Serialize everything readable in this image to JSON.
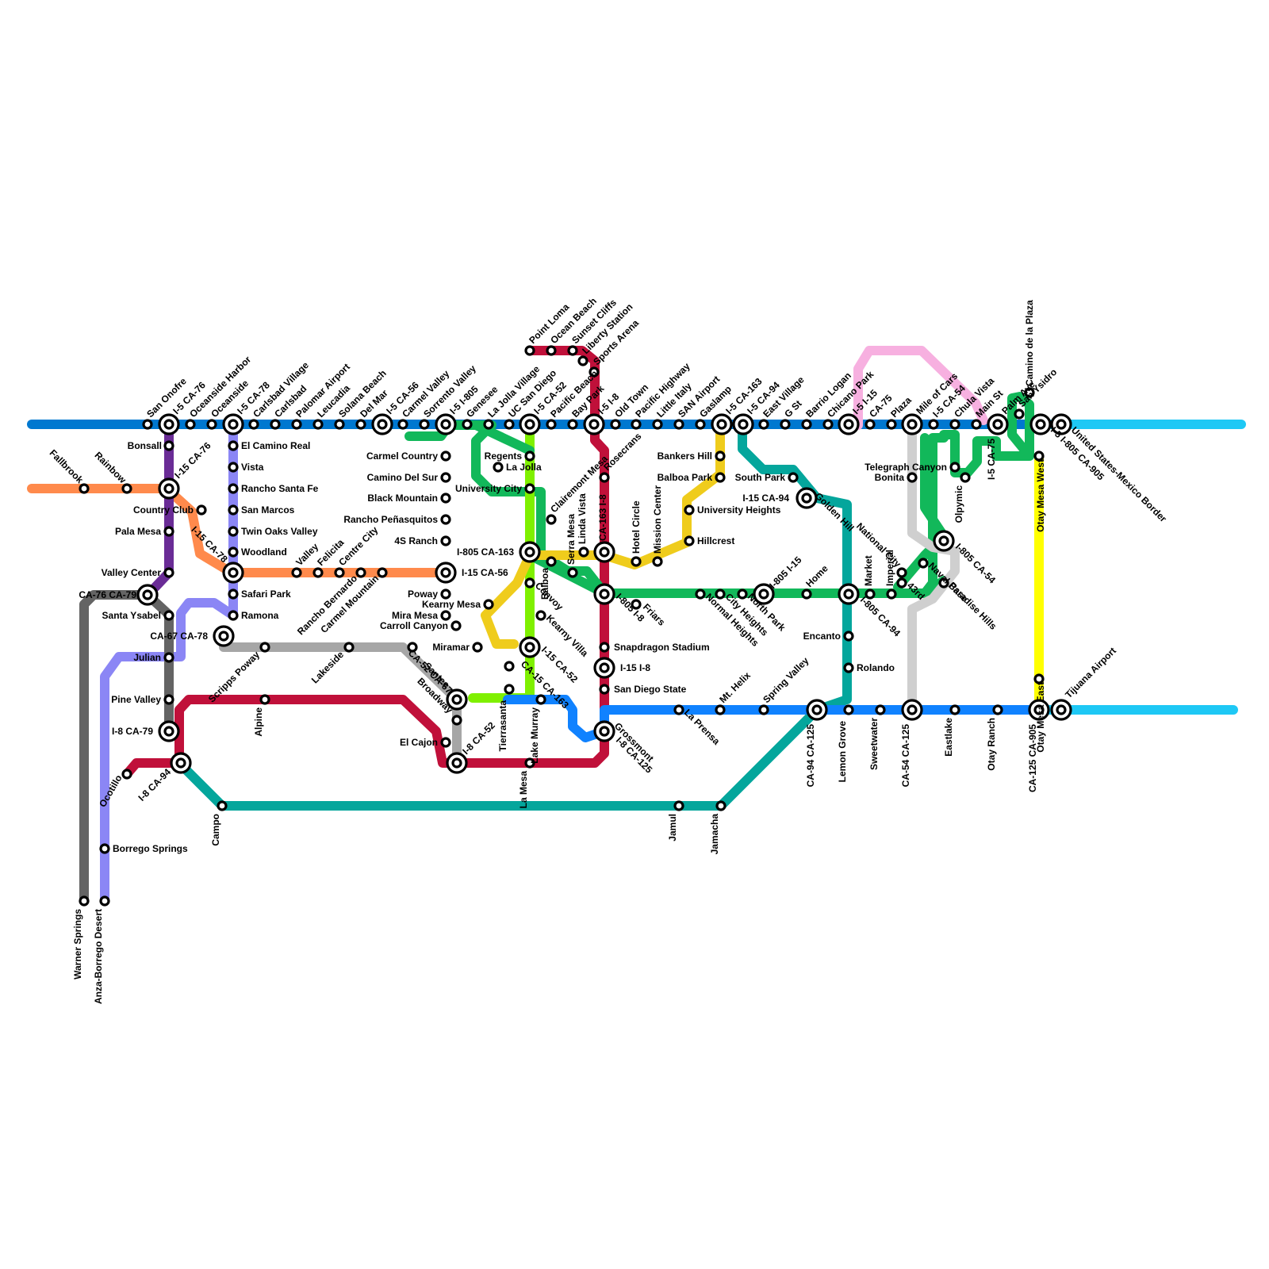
{
  "colors": {
    "i5": "#0078d0",
    "i5_south": "#1ec8f5",
    "ca76": "#ff8a4c",
    "i15": "#6a2c96",
    "ca78": "#8b86f5",
    "ca79": "#646464",
    "i8": "#c0103a",
    "ca94": "#04a69c",
    "ca52": "#a6a6a6",
    "ca56": "#12b85a",
    "ca163": "#7ff000",
    "i805": "#12b85a",
    "ca125": "#1082ff",
    "ca75": "#f7b0e0",
    "ca54": "#cfcfcf",
    "yellow_line": "#efcc1c",
    "ca905": "#ffff00"
  },
  "stations": {
    "s1": "San Onofre",
    "s2": "I-5 CA-76",
    "s3": "Oceanside Harbor",
    "s4": "Oceanside",
    "s5": "I-5 CA-78",
    "s6": "Carlsbad Village",
    "s7": "Carlsbad",
    "s8": "Palomar Airport",
    "s9": "Leucadia",
    "s10": "Solana Beach",
    "s11": "Del Mar",
    "s12": "I-5 CA-56",
    "s13": "Carmel Valley",
    "s14": "Sorrento Valley",
    "s15": "I-5 I-805",
    "s16": "Genesee",
    "s17": "La Jolla Village",
    "s18": "UC San Diego",
    "s19": "I-5 CA-52",
    "s20": "Pacific Beach",
    "s21": "Bay Park",
    "s22": "I-5 I-8",
    "s23": "Old Town",
    "s24": "Pacific Highway",
    "s25": "Little Italy",
    "s26": "SAN Airport",
    "s27": "Gaslamp",
    "s28": "I-5 CA-163",
    "s29": "I-5 CA-94",
    "s30": "East Village",
    "s31": "G St",
    "s32": "Barrio Logan",
    "s33": "Chicano Park",
    "s34": "I-5 I-15",
    "s35": "CA-75",
    "s36": "Plaza",
    "s37": "Mile of Cars",
    "s38": "I-5 CA-54",
    "s39": "Chula Vista",
    "s40": "Main St",
    "s41": "Palm Ave",
    "s42": "Camino de la Plaza",
    "s43": "San Ysidro",
    "s44": "United States-Mexico Border",
    "s45": "I-5 CA-75",
    "s46": "I-5 I-805 CA-905",
    "s47": "Fallbrook",
    "s48": "Rainbow",
    "s49": "Bonsall",
    "s50": "I-15 CA-76",
    "s51": "Country Club",
    "s52": "Pala Mesa",
    "s53": "Valley Center",
    "s54": "CA-76 CA-79",
    "s55": "I-15 CA-78",
    "s56": "El Camino Real",
    "s57": "Vista",
    "s58": "Rancho Santa Fe",
    "s59": "San Marcos",
    "s60": "Twin Oaks Valley",
    "s61": "Woodland",
    "s62": "Safari Park",
    "s63": "Ramona",
    "s64": "Valley",
    "s65": "Felicita",
    "s66": "Centre City",
    "s67": "Rancho Bernardo",
    "s68": "Carmel Mountain",
    "s69": "Carmel Country",
    "s70": "Camino Del Sur",
    "s71": "Black Mountain",
    "s72": "Rancho Peñasquitos",
    "s73": "4S Ranch",
    "s74": "I-15 CA-56",
    "s75": "Poway",
    "s76": "Mira Mesa",
    "s77": "Carroll Canyon",
    "s78": "Miramar",
    "s79": "Santa Ysabel",
    "s80": "CA-67 CA-78",
    "s81": "Julian",
    "s82": "Pine Valley",
    "s83": "I-8 CA-79",
    "s84": "I-8 CA-94",
    "s85": "Ocotillo",
    "s86": "Borrego Springs",
    "s87": "Warner Springs",
    "s88": "Anza-Borrego Desert",
    "s89": "Campo",
    "s90": "Scripps Poway",
    "s91": "Alpine",
    "s92": "Lakeside",
    "s93": "CA-52 CA-67",
    "s94": "Broadway",
    "s95": "Santee",
    "s96": "El Cajon",
    "s97": "I-8 CA-52",
    "s98": "Tierrasanta",
    "s99": "La Mesa",
    "s100": "Lake Murray",
    "s101": "Regents",
    "s102": "La Jolla",
    "s103": "University City",
    "s104": "Clairemont Mesa",
    "s105": "I-805 CA-163",
    "s106": "Balboa",
    "s107": "Kearny Mesa",
    "s108": "Convoy",
    "s109": "Kearny Villa",
    "s110": "I-15 CA-52",
    "s111": "CA-15 CA-163",
    "s112": "Point Loma",
    "s113": "Ocean Beach",
    "s114": "Sunset Cliffs",
    "s115": "Liberty Station",
    "s116": "Sports Arena",
    "s117": "Rosecrans",
    "s118": "CA-163 I-8",
    "s119": "Serra Mesa",
    "s120": "Linda Vista",
    "s121": "Hotel Circle",
    "s122": "Mission Center",
    "s123": "I-805 I-8",
    "s124": "Friars",
    "s125": "Snapdragon Stadium",
    "s126": "I-15 I-8",
    "s127": "San Diego State",
    "s128": "Grossmont",
    "s129": "I-8 CA-125",
    "s130": "Bankers Hill",
    "s131": "Balboa Park",
    "s132": "University Heights",
    "s133": "Hillcrest",
    "s134": "Normal Heights",
    "s135": "City Heights",
    "s136": "North Park",
    "s137": "I-805 I-15",
    "s138": "South Park",
    "s139": "Golden Hill",
    "s140": "I-15 CA-94",
    "s141": "Home",
    "s142": "Market",
    "s143": "I-805 CA-94",
    "s144": "Imperial",
    "s145": "43rd",
    "s146": "Naval Base",
    "s147": "National City",
    "s148": "I-805 CA-54",
    "s149": "Paradise Hills",
    "s150": "Telegraph Canyon",
    "s151": "Bonita",
    "s152": "Olpymic",
    "s153": "Encanto",
    "s154": "Rolando",
    "s155": "La Prensa",
    "s156": "Mt. Helix",
    "s157": "Spring Valley",
    "s158": "CA-94 CA-125",
    "s159": "Lemon Grove",
    "s160": "Sweetwater",
    "s161": "CA-54 CA-125",
    "s162": "Eastlake",
    "s163": "Otay Ranch",
    "s164": "CA-125 CA-905",
    "s165": "Tijuana Airport",
    "s166": "Otay Mesa West",
    "s167": "Otay Mesa East",
    "s168": "Jamul",
    "s169": "Jamacha"
  }
}
